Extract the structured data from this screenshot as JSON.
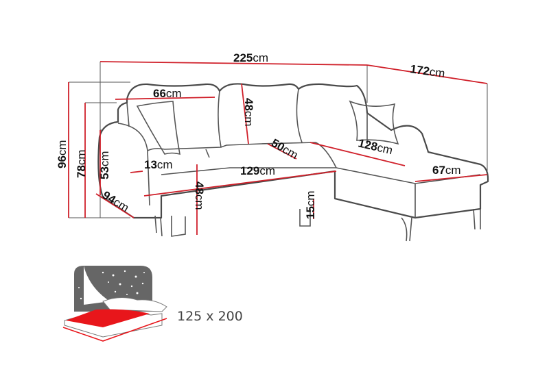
{
  "dimensions": {
    "total_width": {
      "value": "225",
      "unit": "cm"
    },
    "chaise_depth": {
      "value": "172",
      "unit": "cm"
    },
    "back_cushion_width": {
      "value": "66",
      "unit": "cm"
    },
    "back_cushion_height": {
      "value": "48",
      "unit": "cm"
    },
    "total_height": {
      "value": "96",
      "unit": "cm"
    },
    "height_no_cushion": {
      "value": "78",
      "unit": "cm"
    },
    "armrest_height": {
      "value": "53",
      "unit": "cm"
    },
    "armrest_width": {
      "value": "13",
      "unit": "cm"
    },
    "seat_depth": {
      "value": "50",
      "unit": "cm"
    },
    "chaise_length": {
      "value": "128",
      "unit": "cm"
    },
    "seat_width": {
      "value": "129",
      "unit": "cm"
    },
    "chaise_width": {
      "value": "67",
      "unit": "cm"
    },
    "seat_height": {
      "value": "48",
      "unit": "cm"
    },
    "sofa_depth": {
      "value": "94",
      "unit": "cm"
    },
    "leg_height": {
      "value": "15",
      "unit": "cm"
    }
  },
  "bed": {
    "icon": "bed-function-icon",
    "size_label": "125 x 200"
  },
  "colors": {
    "dimension_line": "#d0202a",
    "outline": "#4a4a4a",
    "bed_red": "#e8161b",
    "night_sky": "#666666"
  }
}
